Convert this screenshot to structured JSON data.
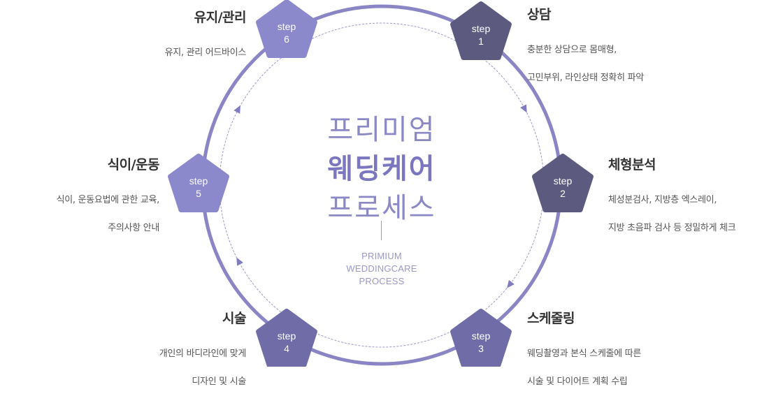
{
  "colors": {
    "ring_outer": "#8a86c6",
    "ring_inner_dashed": "#9a97cc",
    "step_dark": "#5d5a7f",
    "step_mid": "#6f6ca8",
    "step_light": "#8b88cc",
    "center_text": "#8b88c6",
    "center_text_bold": "#7a76c0"
  },
  "center": {
    "line1": "프리미엄",
    "line2": "웨딩케어",
    "line3": "프로세스",
    "english_line1": "PRIMIUM",
    "english_line2": "WEDDINGCARE",
    "english_line3": "PROCESS"
  },
  "steps": [
    {
      "badge_word": "step",
      "badge_num": "1",
      "title": "상담",
      "desc_line1": "충분한 상담으로 몸매형,",
      "desc_line2": "고민부위, 라인상태 정확히 파악",
      "tone": "dark"
    },
    {
      "badge_word": "step",
      "badge_num": "2",
      "title": "체형분석",
      "desc_line1": "체성분검사, 지방층 엑스레이,",
      "desc_line2": "지방 초음파 검사 등 정밀하게 체크",
      "tone": "dark"
    },
    {
      "badge_word": "step",
      "badge_num": "3",
      "title": "스케줄링",
      "desc_line1": "웨딩촬영과 본식 스케줄에 따른",
      "desc_line2": "시술 및 다이어트 계획 수립",
      "tone": "mid"
    },
    {
      "badge_word": "step",
      "badge_num": "4",
      "title": "시술",
      "desc_line1": "개인의 바디라인에 맞게",
      "desc_line2": "디자인 및 시술",
      "tone": "mid"
    },
    {
      "badge_word": "step",
      "badge_num": "5",
      "title": "식이/운동",
      "desc_line1": "식이, 운동요법에 관한 교육,",
      "desc_line2": "주의사항 안내",
      "tone": "light"
    },
    {
      "badge_word": "step",
      "badge_num": "6",
      "title": "유지/관리",
      "desc_line1": "유지, 관리 어드바이스",
      "desc_line2": "",
      "tone": "light"
    }
  ]
}
